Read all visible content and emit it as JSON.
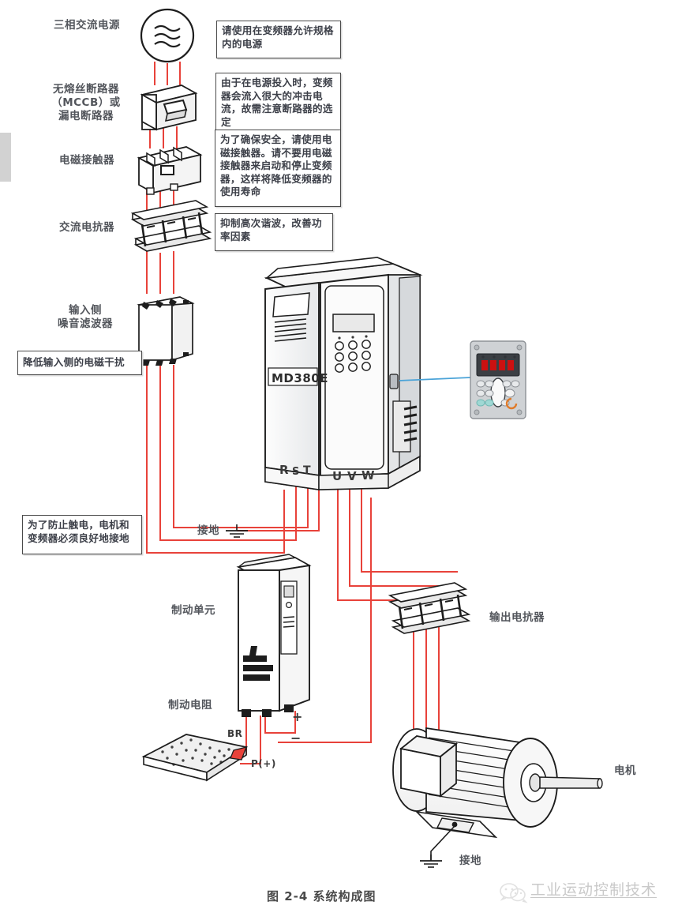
{
  "figure": {
    "caption": "图 2-4 系统构成图",
    "watermark": "工业运动控制技术",
    "watermark_icon": "wechat-icon"
  },
  "left_labels": [
    {
      "id": "power-supply",
      "text": "三相交流电源"
    },
    {
      "id": "breaker",
      "text": "无熔丝断路器\n（MCCB）或\n漏电断路器"
    },
    {
      "id": "contactor",
      "text": "电磁接触器"
    },
    {
      "id": "ac-reactor",
      "text": "交流电抗器"
    },
    {
      "id": "input-noise-filter",
      "text": "输入侧\n噪音滤波器"
    },
    {
      "id": "ground-upper",
      "text": "接地"
    },
    {
      "id": "braking-unit",
      "text": "制动单元"
    },
    {
      "id": "braking-resistor",
      "text": "制动电阻"
    },
    {
      "id": "output-reactor",
      "text": "输出电抗器"
    },
    {
      "id": "motor",
      "text": "电机"
    },
    {
      "id": "ground-lower",
      "text": "接地"
    }
  ],
  "notes": [
    {
      "id": "note-power",
      "text": "请使用在变频器允许规格内的电源"
    },
    {
      "id": "note-breaker",
      "text": "由于在电源投入时，变频器会流入很大的冲击电流，故需注意断路器的选定"
    },
    {
      "id": "note-contactor",
      "text": "为了确保安全，请使用电磁接触器。请不要用电磁接触器来启动和停止变频器，这样将降低变频器的使用寿命"
    },
    {
      "id": "note-reactor",
      "text": "抑制高次谐波，改善功率因素"
    },
    {
      "id": "note-filter",
      "text": "降低输入侧的电磁干扰"
    },
    {
      "id": "note-grounding",
      "text": "为了防止触电，电机和变频器必须良好地接地"
    }
  ],
  "drive": {
    "model": "MD380E",
    "input_terminals": [
      "R",
      "S",
      "T"
    ],
    "output_terminals": [
      "U",
      "V",
      "W"
    ]
  },
  "braking": {
    "terminal_br": "BR",
    "terminal_p": "P(+)",
    "plus": "+",
    "minus": "−"
  },
  "colors": {
    "wire": "#e8423a",
    "outline": "#1d1d1d",
    "label_text": "#53565c",
    "note_border": "#4a4a4a",
    "keypad_display": "#cc1111",
    "leader_line": "#4aa3d8"
  }
}
